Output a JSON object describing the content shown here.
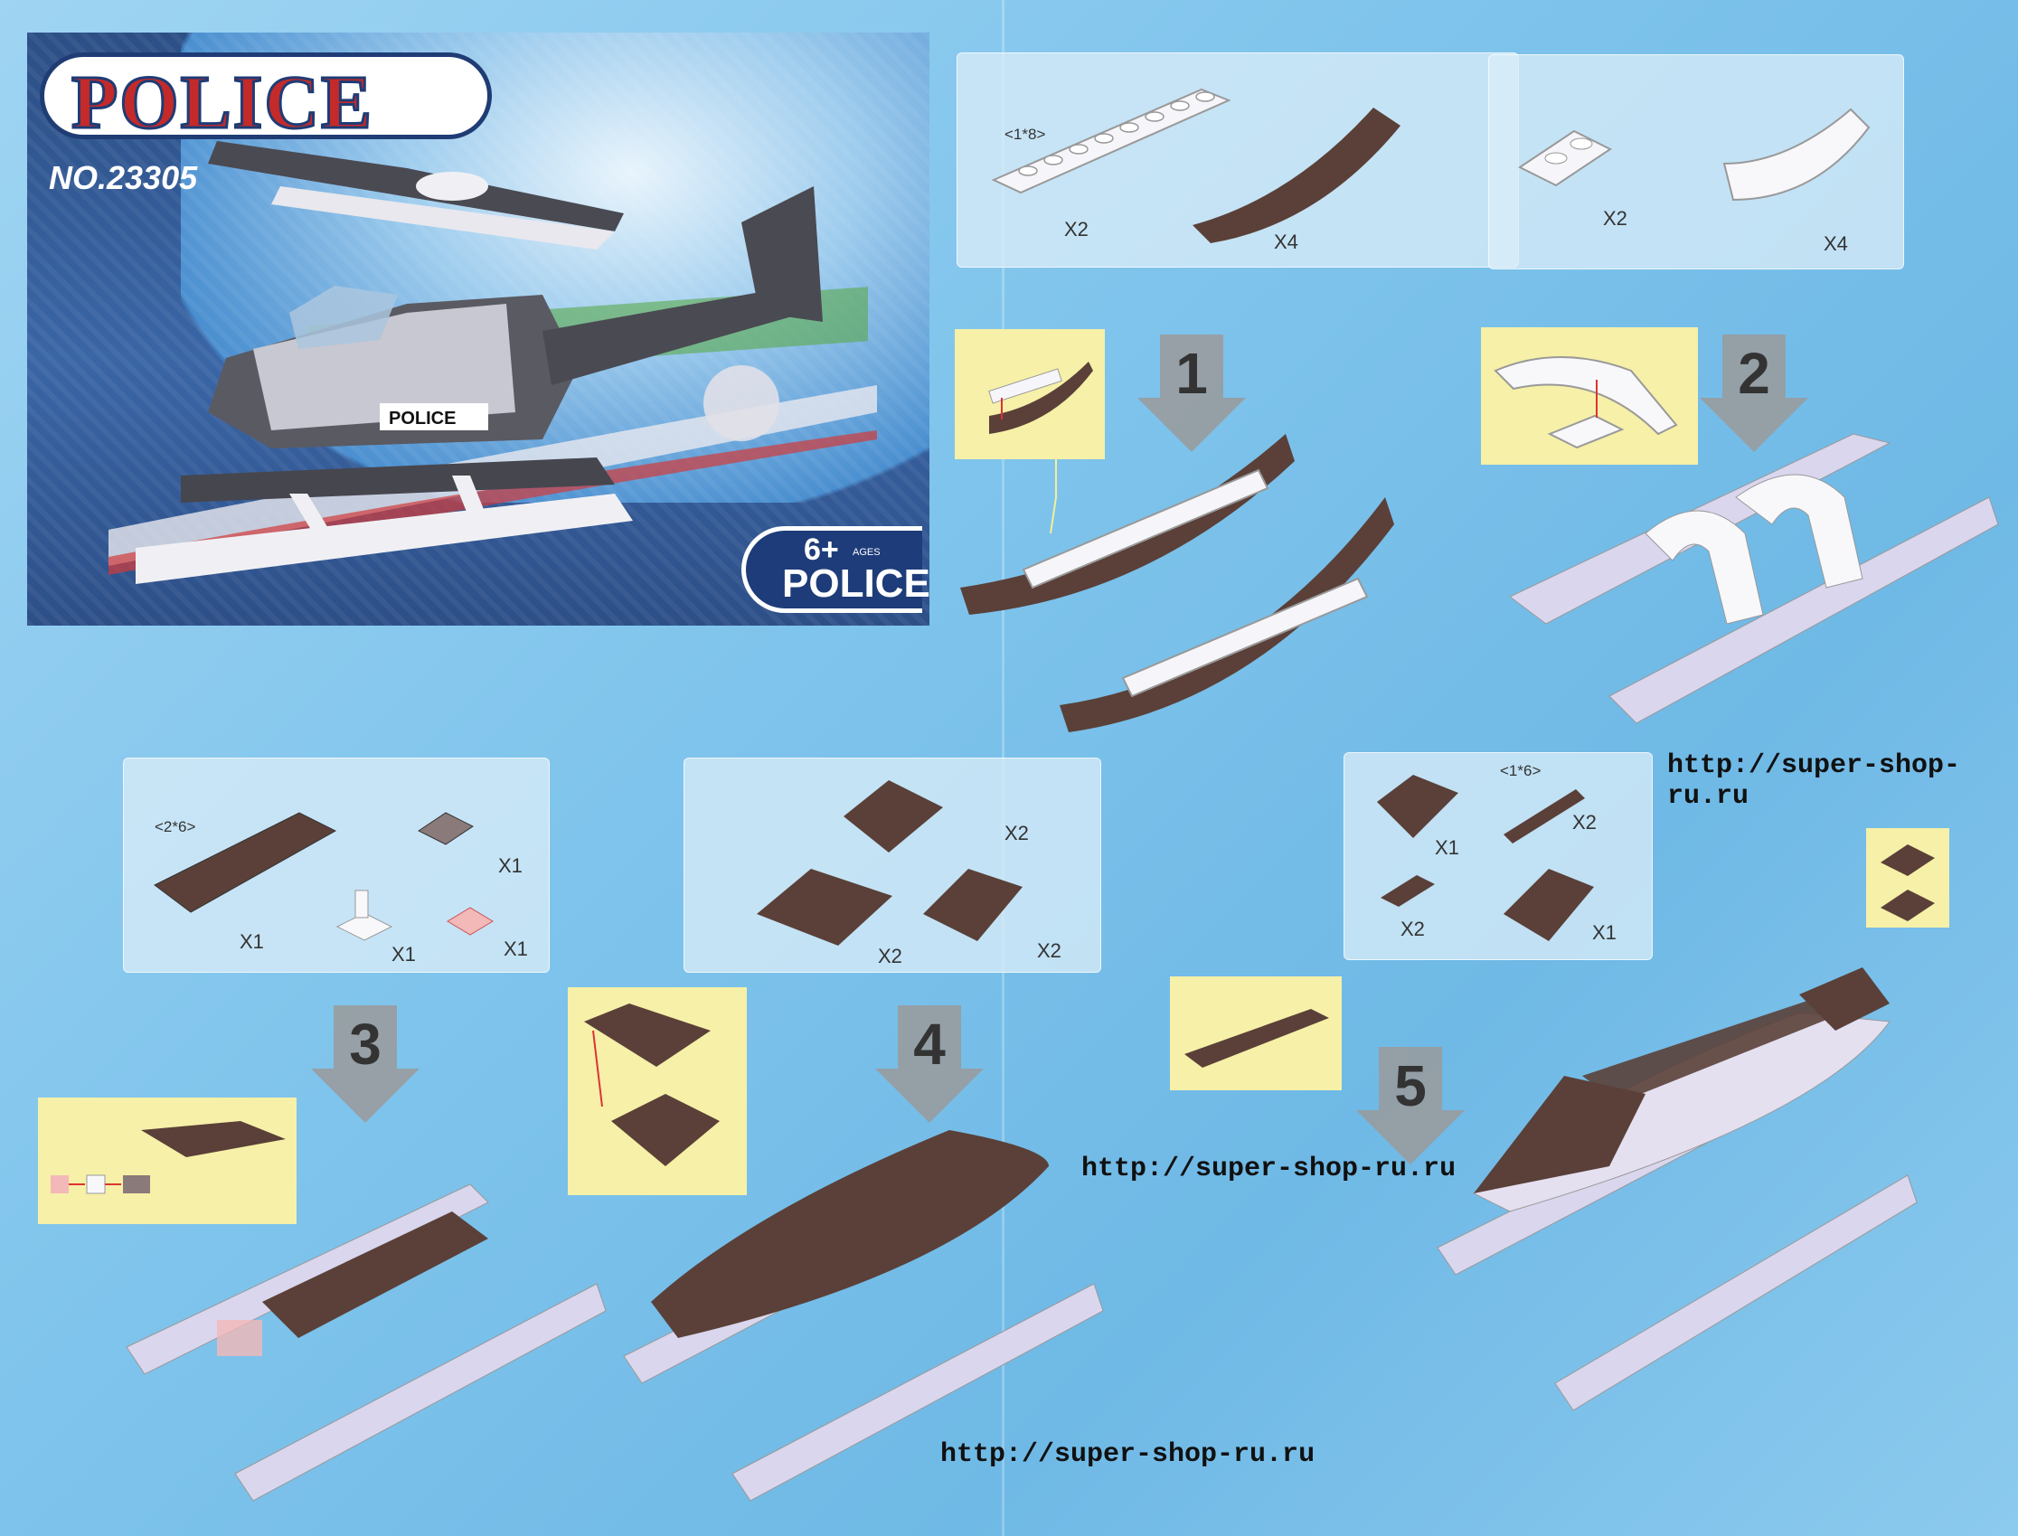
{
  "cover": {
    "logo_text": "POLICE",
    "model_number": "NO.23305",
    "age": "6+",
    "ages_label": "AGES",
    "badge_label": "POLICE",
    "heli_label": "POLICE"
  },
  "steps": [
    {
      "number": "1",
      "parts": [
        {
          "dim": "<1*8>",
          "qty": "X2"
        },
        {
          "qty": "X4"
        }
      ]
    },
    {
      "number": "2",
      "parts": [
        {
          "qty": "X2"
        },
        {
          "qty": "X4"
        }
      ]
    },
    {
      "number": "3",
      "parts": [
        {
          "dim": "<2*6>",
          "qty": "X1"
        },
        {
          "qty": "X1"
        },
        {
          "qty": "X1"
        },
        {
          "qty": "X1"
        }
      ]
    },
    {
      "number": "4",
      "parts": [
        {
          "qty": "X2"
        },
        {
          "qty": "X2"
        },
        {
          "qty": "X2"
        }
      ]
    },
    {
      "number": "5",
      "parts": [
        {
          "qty": "X1"
        },
        {
          "dim": "<1*6>",
          "qty": "X2"
        },
        {
          "qty": "X2"
        },
        {
          "qty": "X1"
        }
      ]
    }
  ],
  "watermarks": {
    "url1": "http://super-shop-ru.ru",
    "url2": "http://super-shop-ru.ru",
    "url3": "http://super-shop-ru.ru"
  },
  "colors": {
    "background": "#7fc4ec",
    "brick_brown": "#5a4038",
    "brick_white": "#f4f4f8",
    "brick_lavender": "#d9d6ee",
    "callout_yellow": "#f6f0a8",
    "arrow_gray": "#9a9a9a"
  }
}
